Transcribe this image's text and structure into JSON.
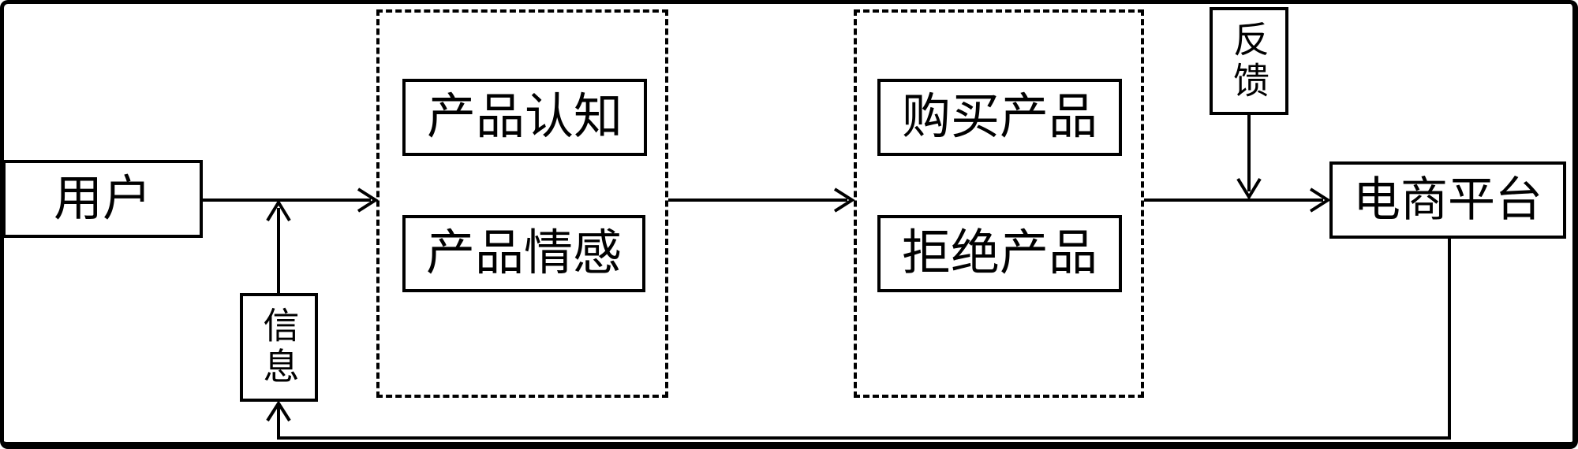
{
  "diagram": {
    "type": "flowchart",
    "colors": {
      "line": "#000000",
      "text": "#000000",
      "background": "#ffffff"
    },
    "nodes": {
      "user": "用户",
      "cognition": "产品认知",
      "emotion": "产品情感",
      "buy": "购买产品",
      "reject": "拒绝产品",
      "feedback": "反馈",
      "platform": "电商平台",
      "info": "信息"
    },
    "edges": [
      {
        "from": "user",
        "to": "attitude-group",
        "style": "arrow-right"
      },
      {
        "from": "info",
        "to": "user-attitude-line",
        "style": "arrow-up"
      },
      {
        "from": "attitude-group",
        "to": "decision-group",
        "style": "arrow-right"
      },
      {
        "from": "decision-group",
        "to": "platform",
        "style": "arrow-right"
      },
      {
        "from": "feedback",
        "to": "decision-platform-line",
        "style": "arrow-down"
      },
      {
        "from": "platform",
        "to": "info",
        "style": "arrow-up-via-bottom"
      }
    ]
  }
}
